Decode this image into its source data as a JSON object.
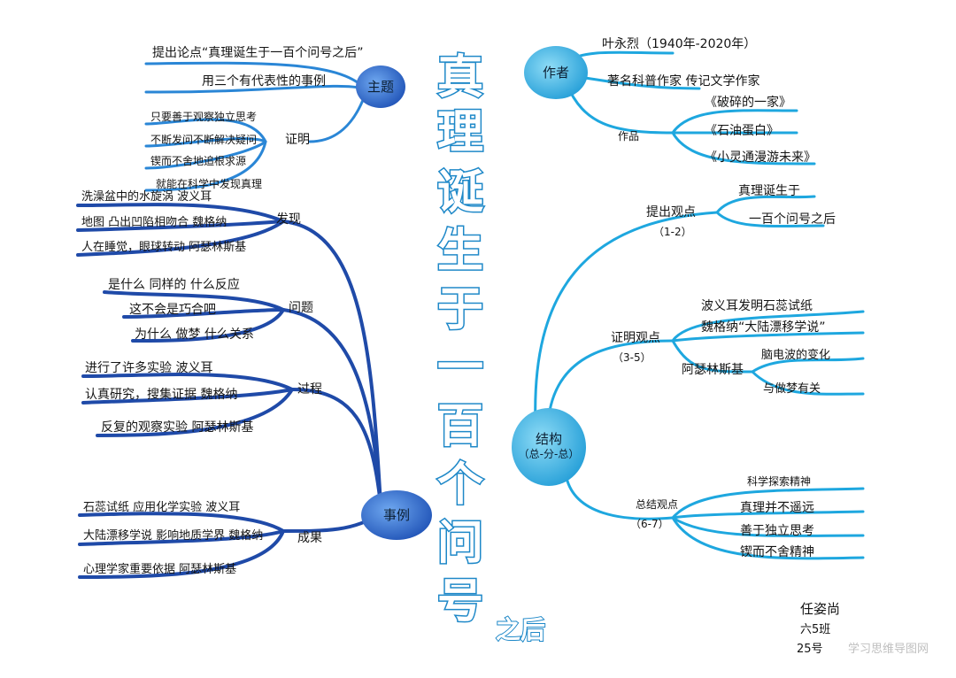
{
  "title": {
    "main_chars": [
      "真",
      "理",
      "诞",
      "生",
      "于",
      "一",
      "百",
      "个",
      "问",
      "号"
    ],
    "suffix": "之后"
  },
  "left": {
    "theme": {
      "label": "主题",
      "items": [
        "提出论点“真理诞生于一百个问号之后”",
        "用三个有代表性的事例"
      ],
      "proof_label": "证明",
      "proof_items": [
        "只要善于观察独立思考",
        "不断发问不断解决疑问",
        "锲而不舍地追根求源",
        "就能在科学中发现真理"
      ]
    },
    "examples": {
      "label": "事例",
      "discover_label": "发现",
      "discover_items": [
        "洗澡盆中的水旋涡  波义耳",
        "地图  凸出凹陷相吻合  魏格纳",
        "人在睡觉，眼球转动  阿瑟林斯基"
      ],
      "question_label": "问题",
      "question_items": [
        "是什么  同样的  什么反应",
        "这不会是巧合吧",
        "为什么  做梦  什么关系"
      ],
      "process_label": "过程",
      "process_items": [
        "进行了许多实验  波义耳",
        "认真研究，搜集证据  魏格纳",
        "反复的观察实验  阿瑟林斯基"
      ],
      "result_label": "成果",
      "result_items": [
        "石蕊试纸  应用化学实验  波义耳",
        "大陆漂移学说  影响地质学界  魏格纳",
        "心理学家重要依据  阿瑟林斯基"
      ]
    }
  },
  "right": {
    "author": {
      "label": "作者",
      "name": "叶永烈（1940年-2020年）",
      "role": "著名科普作家   传记文学作家",
      "works_label": "作品",
      "works": [
        "《破碎的一家》",
        "《石油蛋白》",
        "《小灵通漫游未来》"
      ]
    },
    "structure": {
      "label_line1": "结构",
      "label_line2": "（总-分-总）",
      "intro_label": "提出观点",
      "intro_range": "（1-2）",
      "intro_items": [
        "真理诞生于",
        "一百个问号之后"
      ],
      "proof_label": "证明观点",
      "proof_range": "（3-5）",
      "proof_items": [
        "波义耳发明石蕊试纸",
        "魏格纳“大陆漂移学说”",
        "阿瑟林斯基"
      ],
      "proof_sub": [
        "脑电波的变化",
        "与做梦有关"
      ],
      "summary_label": "总结观点",
      "summary_range": "（6-7）",
      "summary_items": [
        "科学探索精神",
        "真理并不遥远",
        "善于独立思考",
        "锲而不舍精神"
      ]
    }
  },
  "signature": {
    "name": "任姿尚",
    "class": "六5班",
    "number": "25号"
  },
  "watermark": "学习思维导图网",
  "colors": {
    "left_dark": "#1f4aa8",
    "left_mid": "#2f6fce",
    "right_light": "#1ea7df",
    "title_stroke": "#1e88c8"
  }
}
